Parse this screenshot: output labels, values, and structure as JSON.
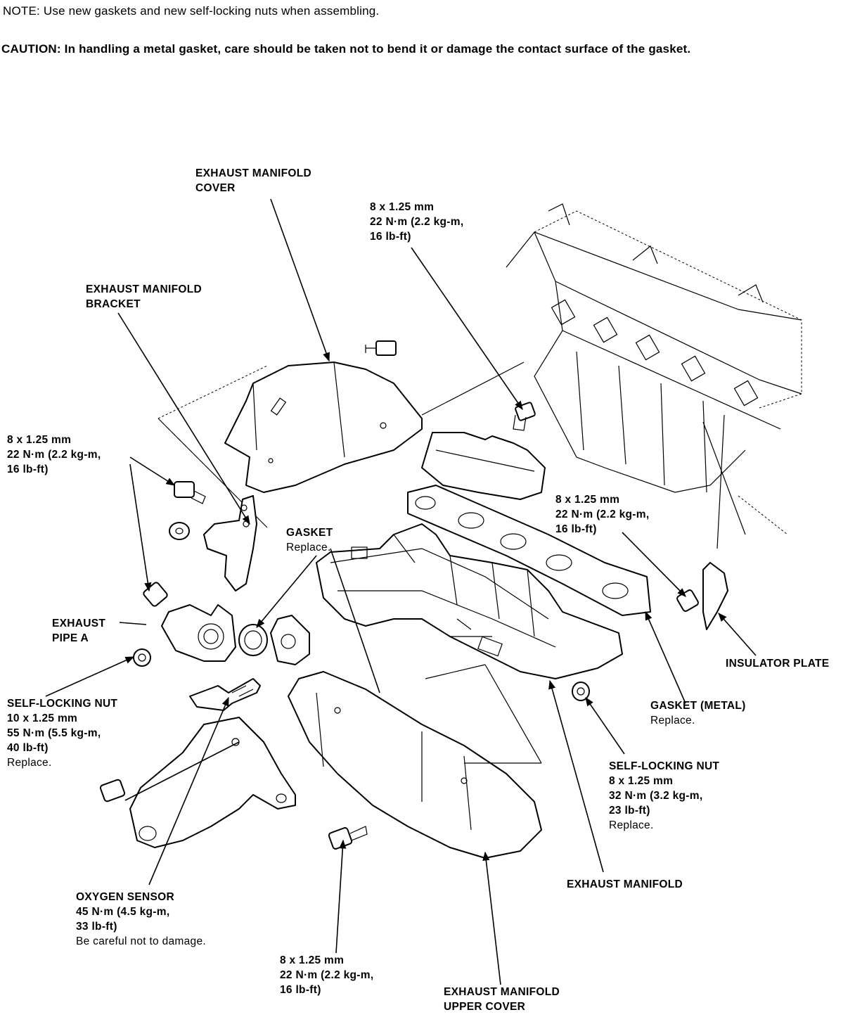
{
  "notes": {
    "note_prefix": "NOTE:",
    "note_text": "Use new gaskets and new self-locking nuts when assembling.",
    "caution_prefix": "CAUTION:",
    "caution_text": "In handling a metal gasket, care should be taken not to bend it or damage the contact surface of the gasket."
  },
  "labels": {
    "exhaust_manifold_cover": {
      "line1": "EXHAUST MANIFOLD",
      "line2": "COVER"
    },
    "bolt_top": {
      "line1": "8 x 1.25 mm",
      "line2": "22 N·m (2.2 kg-m,",
      "line3": "16 lb-ft)"
    },
    "exhaust_manifold_bracket": {
      "line1": "EXHAUST MANIFOLD",
      "line2": "BRACKET"
    },
    "bolt_left": {
      "line1": "8 x 1.25 mm",
      "line2": "22 N·m (2.2 kg-m,",
      "line3": "16 lb-ft)"
    },
    "bolt_right": {
      "line1": "8 x 1.25 mm",
      "line2": "22 N·m (2.2 kg-m,",
      "line3": "16 lb-ft)"
    },
    "gasket": {
      "line1": "GASKET",
      "line2": "Replace."
    },
    "exhaust_pipe_a": {
      "line1": "EXHAUST",
      "line2": "PIPE A"
    },
    "insulator_plate": {
      "line1": "INSULATOR PLATE"
    },
    "self_locking_nut_left": {
      "line1": "SELF-LOCKING NUT",
      "line2": "10 x 1.25 mm",
      "line3": "55 N·m (5.5 kg-m,",
      "line4": "40 lb-ft)",
      "line5": "Replace."
    },
    "gasket_metal": {
      "line1": "GASKET (METAL)",
      "line2": "Replace."
    },
    "self_locking_nut_right": {
      "line1": "SELF-LOCKING NUT",
      "line2": "8 x 1.25 mm",
      "line3": "32 N·m (3.2 kg-m,",
      "line4": "23 lb-ft)",
      "line5": "Replace."
    },
    "exhaust_manifold": {
      "line1": "EXHAUST MANIFOLD"
    },
    "oxygen_sensor": {
      "line1": "OXYGEN SENSOR",
      "line2": "45 N·m (4.5 kg-m,",
      "line3": "33 lb-ft)",
      "line4": "Be careful not to damage."
    },
    "bolt_bottom": {
      "line1": "8 x 1.25 mm",
      "line2": "22 N·m (2.2 kg-m,",
      "line3": "16 lb-ft)"
    },
    "exhaust_manifold_upper_cover": {
      "line1": "EXHAUST MANIFOLD",
      "line2": "UPPER COVER"
    }
  }
}
